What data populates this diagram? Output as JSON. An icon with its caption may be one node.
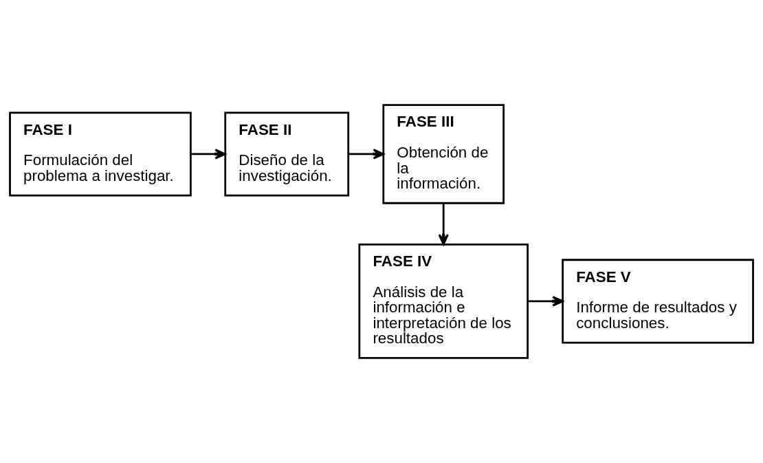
{
  "diagram": {
    "nodes": [
      {
        "text": [
          "FASE I",
          "Formulación del problema a investigar."
        ]
      },
      {
        "text": [
          "FASE II",
          "Diseño de la investigación."
        ]
      },
      {
        "text": [
          "FASE III",
          "Obtención de la información."
        ]
      },
      {
        "text": [
          "FASE IV",
          "Análisis de la información e interpretación de los resultados"
        ]
      },
      {
        "text": [
          "FASE V",
          "Informe de resultados y conclusiones."
        ]
      }
    ],
    "edges": [
      {
        "from": 0,
        "to": 1,
        "arrow": "to"
      },
      {
        "from": 1,
        "to": 2,
        "arrow": "to"
      },
      {
        "from": 2,
        "to": 3,
        "arrow": "to"
      },
      {
        "from": 3,
        "to": 4,
        "arrow": "to"
      }
    ]
  }
}
